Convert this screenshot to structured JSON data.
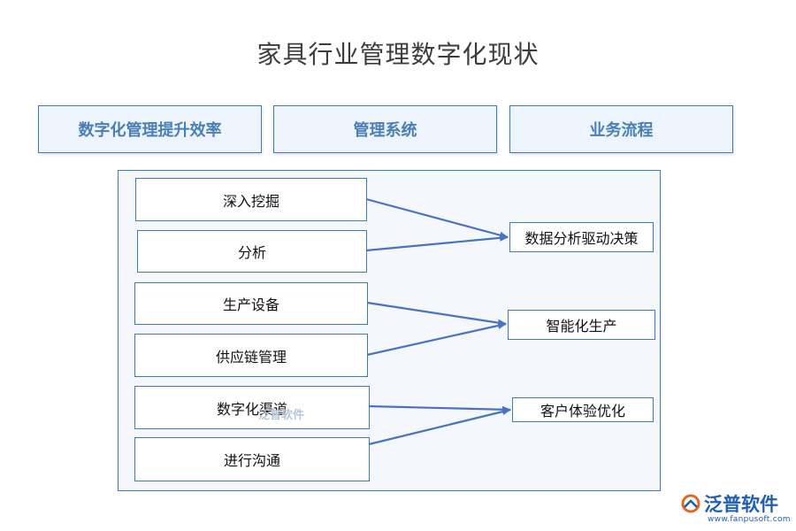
{
  "title": "家具行业管理数字化现状",
  "categories": [
    "数字化管理提升效率",
    "管理系统",
    "业务流程"
  ],
  "inputs": [
    "深入挖掘",
    "分析",
    "生产设备",
    "供应链管理",
    "数字化渠道",
    "进行沟通"
  ],
  "outcomes": [
    "数据分析驱动决策",
    "智能化生产",
    "客户体验优化"
  ],
  "links": [
    {
      "from": "深入挖掘",
      "to": "数据分析驱动决策"
    },
    {
      "from": "分析",
      "to": "数据分析驱动决策"
    },
    {
      "from": "生产设备",
      "to": "智能化生产"
    },
    {
      "from": "供应链管理",
      "to": "智能化生产"
    },
    {
      "from": "数字化渠道",
      "to": "客户体验优化"
    },
    {
      "from": "进行沟通",
      "to": "客户体验优化"
    }
  ],
  "watermark": "泛普软件",
  "logo": {
    "name": "泛普软件",
    "url": "www.fanpusoft.com"
  },
  "colors": {
    "border": "#3e7bb8",
    "arrow": "#4a72c4",
    "category_text": "#4a7fb6",
    "panel_bg": "#f4f8fc"
  }
}
